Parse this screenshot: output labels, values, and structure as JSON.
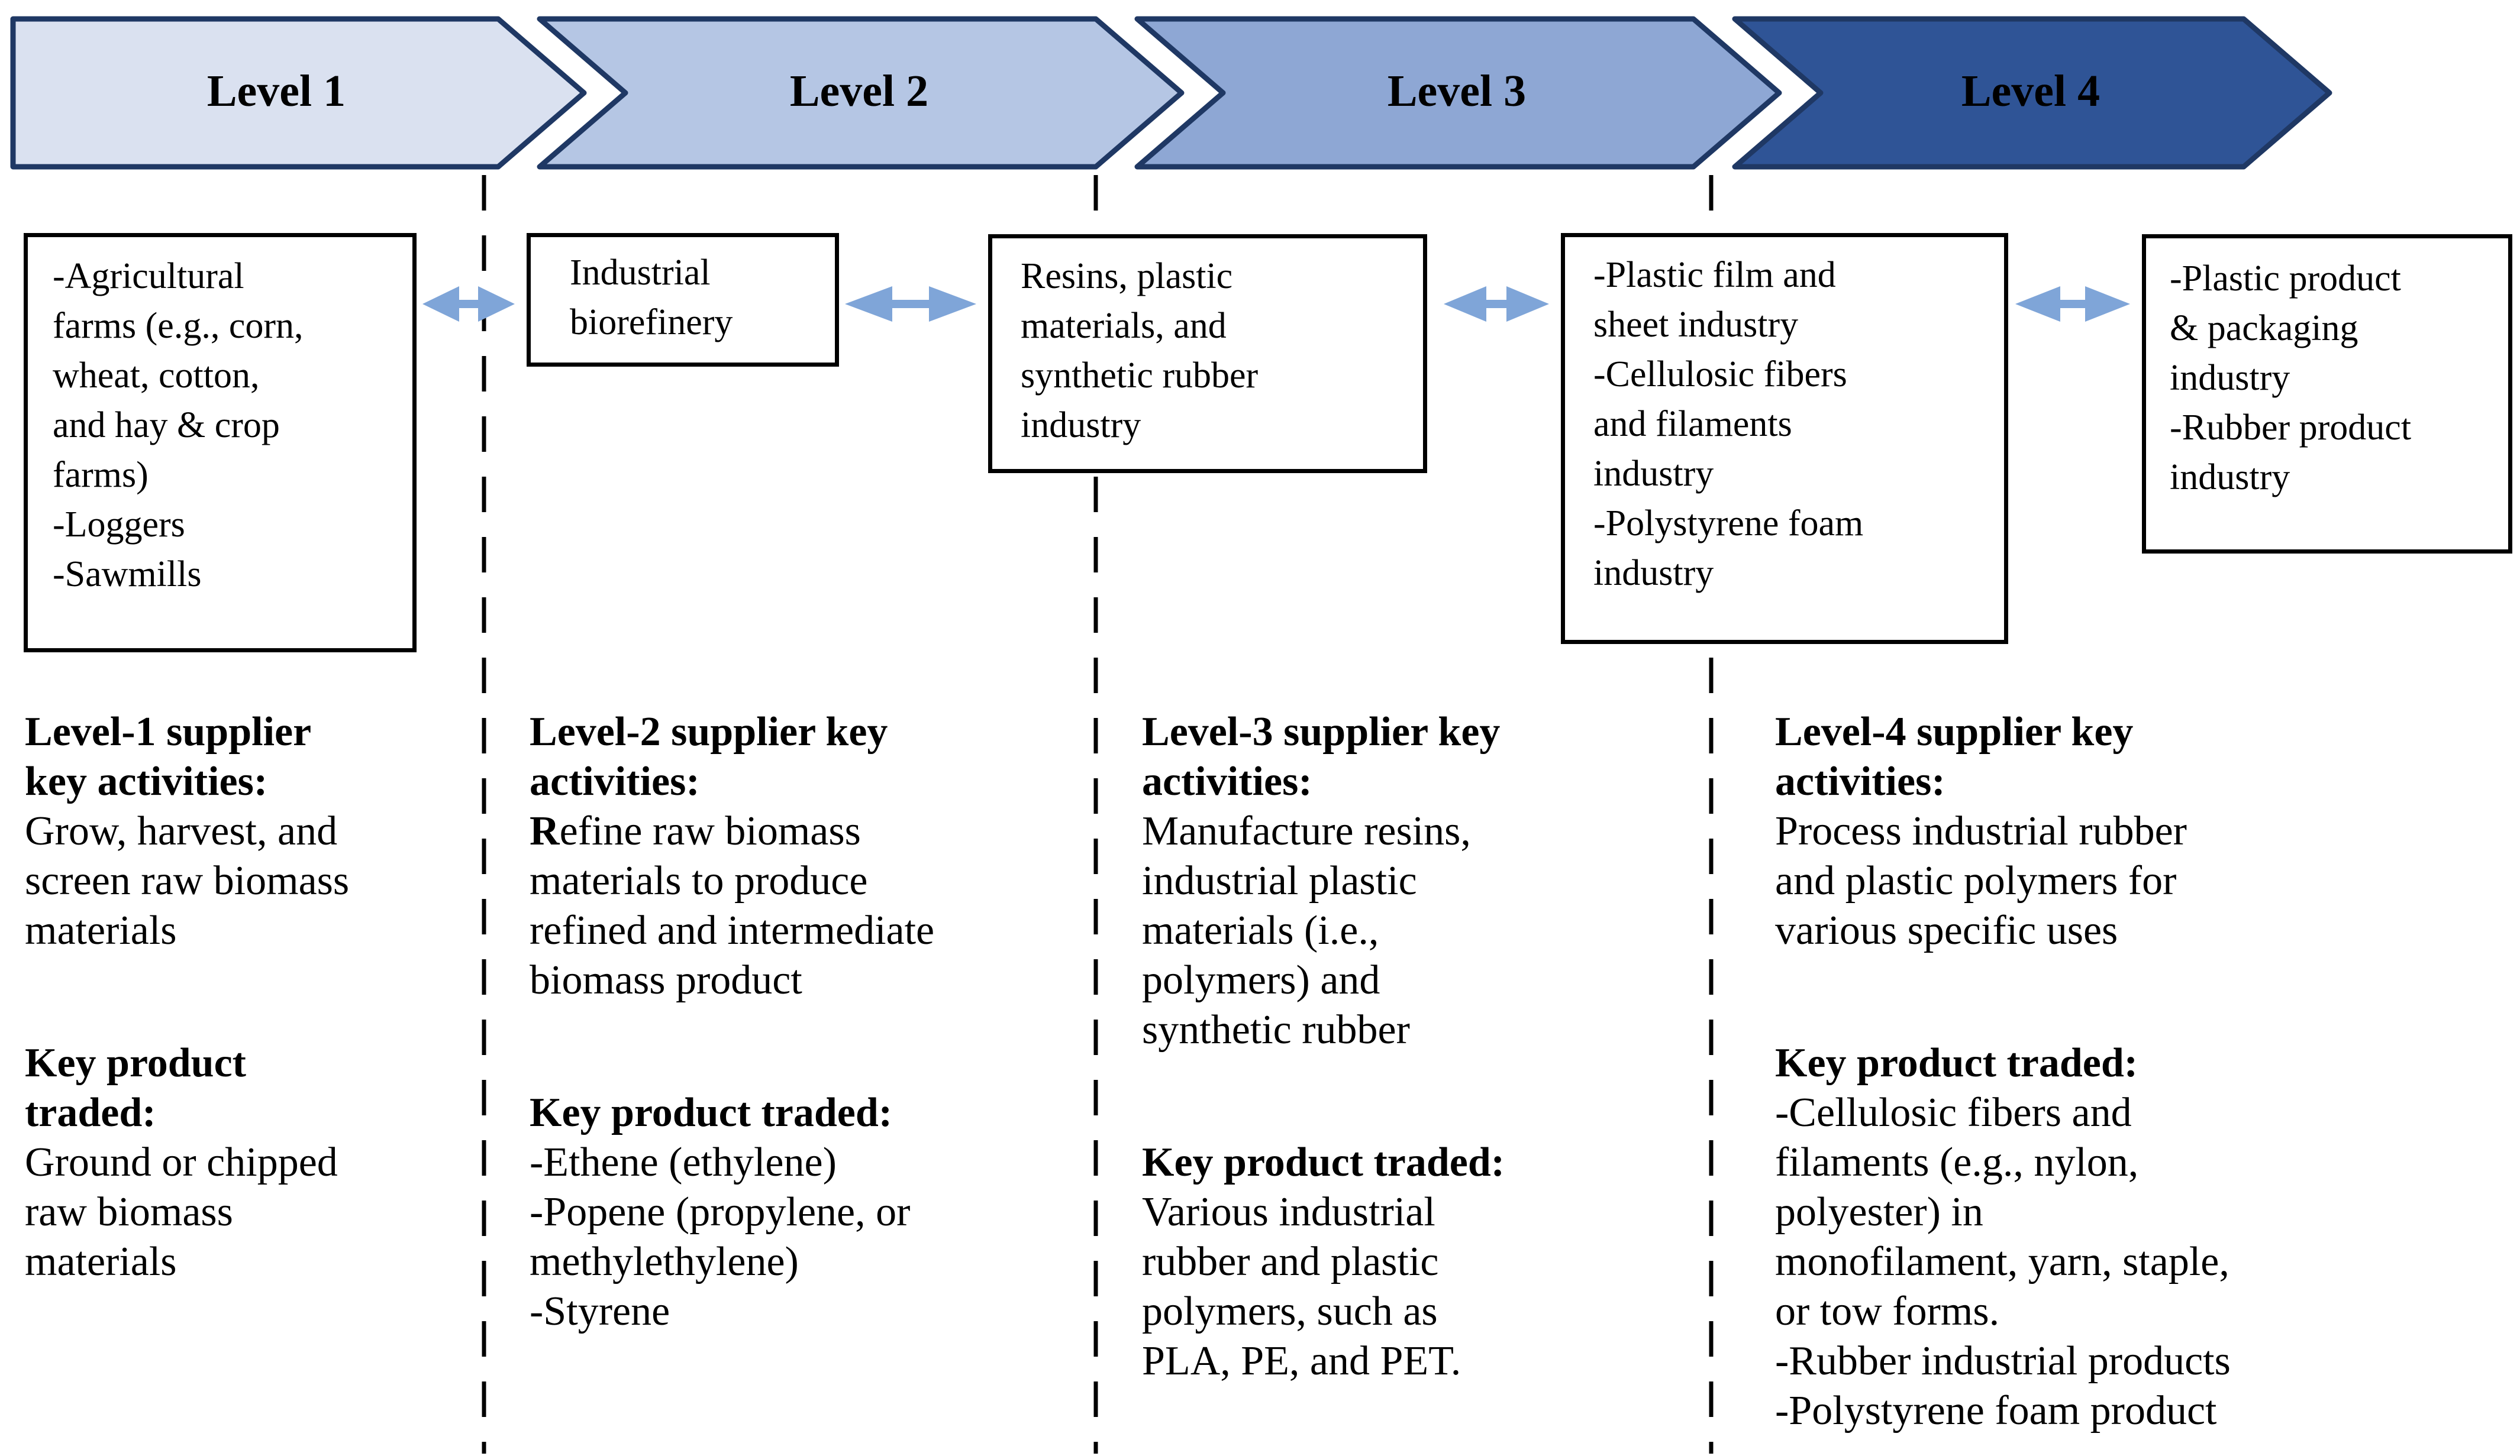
{
  "chevrons": [
    {
      "label": "Level 1",
      "fill": "#dae1f0"
    },
    {
      "label": "Level 2",
      "fill": "#b5c6e4"
    },
    {
      "label": "Level 3",
      "fill": "#8ea7d4"
    },
    {
      "label": "Level 4",
      "fill": "#2f5496"
    }
  ],
  "colors": {
    "chevron_border": "#1f3864",
    "arrow": "#7fa5d8",
    "divider": "#000000",
    "box_border": "#000000",
    "background": "#ffffff"
  },
  "boxes": [
    {
      "lines": [
        "-Agricultural\nfarms (e.g., corn,\nwheat, cotton,\nand hay & crop\nfarms)",
        "-Loggers",
        "-Sawmills"
      ]
    },
    {
      "lines": [
        "Industrial\nbiorefinery"
      ]
    },
    {
      "lines": [
        "Resins, plastic\nmaterials, and\nsynthetic rubber\nindustry"
      ]
    },
    {
      "lines": [
        "-Plastic film and\nsheet industry",
        "-Cellulosic fibers\nand filaments\nindustry",
        "-Polystyrene foam\nindustry"
      ]
    },
    {
      "lines": [
        "-Plastic product\n& packaging\nindustry",
        "-Rubber product\nindustry"
      ]
    }
  ],
  "columns": [
    {
      "activities_heading": "Level-1 supplier\nkey activities:",
      "activities_bold_prefix": "",
      "activities": "Grow, harvest, and\nscreen raw biomass\nmaterials",
      "products_heading": "Key product\ntraded:",
      "products": [
        "Ground or chipped\nraw biomass\nmaterials"
      ]
    },
    {
      "activities_heading": "Level-2 supplier key\nactivities:",
      "activities_bold_prefix": "R",
      "activities": "efine raw biomass\nmaterials to produce\nrefined and intermediate\nbiomass product",
      "products_heading": "Key product traded:",
      "products": [
        "-Ethene (ethylene)",
        "-Popene (propylene, or\nmethylethylene)",
        "-Styrene"
      ]
    },
    {
      "activities_heading": "Level-3 supplier key\nactivities:",
      "activities_bold_prefix": "",
      "activities": "Manufacture resins,\nindustrial plastic\nmaterials (i.e.,\npolymers) and\nsynthetic rubber",
      "products_heading": "Key product traded:",
      "products": [
        "Various industrial\nrubber and plastic\npolymers, such as\nPLA, PE, and PET."
      ]
    },
    {
      "activities_heading": "Level-4 supplier key\nactivities:",
      "activities_bold_prefix": "",
      "activities": "Process industrial rubber\nand plastic polymers for\nvarious specific uses",
      "products_heading": "Key product traded:",
      "products": [
        "-Cellulosic fibers and\nfilaments (e.g., nylon,\npolyester) in\nmonofilament, yarn, staple,\nor tow forms.",
        "-Rubber industrial products",
        "-Polystyrene foam product"
      ]
    }
  ]
}
